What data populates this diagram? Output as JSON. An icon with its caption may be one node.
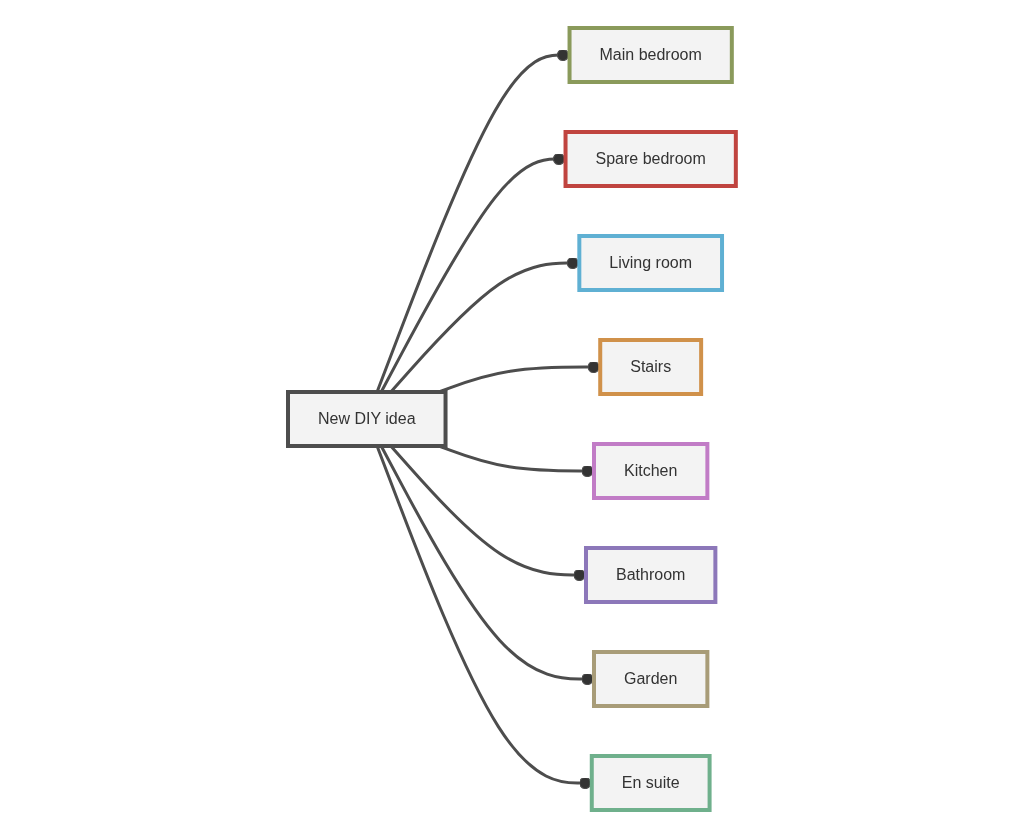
{
  "diagram": {
    "nodes": [
      {
        "text": [
          "Main bedroom"
        ]
      },
      {
        "text": [
          "Spare bedroom"
        ]
      },
      {
        "text": [
          "Living room"
        ]
      },
      {
        "text": [
          "Stairs"
        ]
      },
      {
        "text": [
          "New DIY idea"
        ]
      },
      {
        "text": [
          "Kitchen"
        ]
      },
      {
        "text": [
          "Bathroom"
        ]
      },
      {
        "text": [
          "Garden"
        ]
      },
      {
        "text": [
          "En suite"
        ]
      }
    ],
    "edges": [
      {
        "from": 4,
        "to": 0,
        "arrow": "other"
      },
      {
        "from": 4,
        "to": 1,
        "arrow": "other"
      },
      {
        "from": 4,
        "to": 2,
        "arrow": "other"
      },
      {
        "from": 4,
        "to": 3,
        "arrow": "other"
      },
      {
        "from": 4,
        "to": 5,
        "arrow": "other"
      },
      {
        "from": 4,
        "to": 6,
        "arrow": "other"
      },
      {
        "from": 4,
        "to": 7,
        "arrow": "other"
      },
      {
        "from": 4,
        "to": 8,
        "arrow": "other"
      }
    ]
  }
}
